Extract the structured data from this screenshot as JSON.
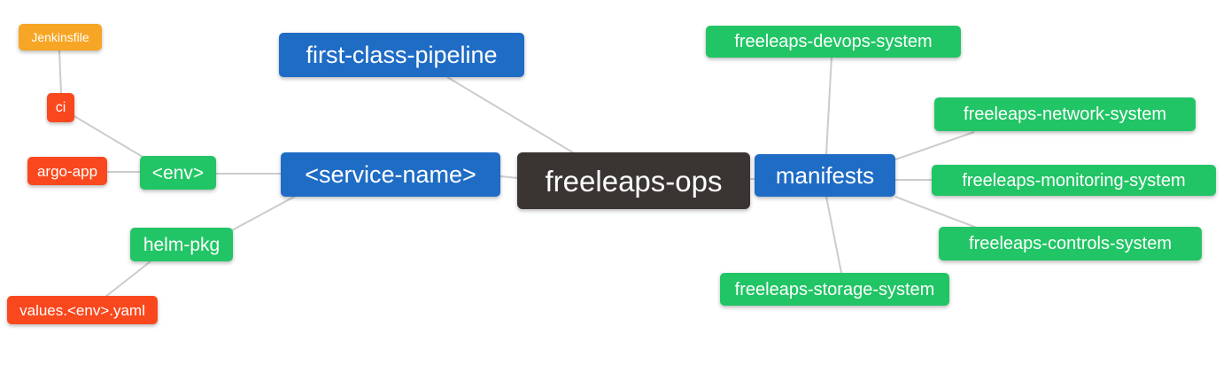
{
  "app": {
    "type": "mindmap-diagram",
    "background": "#FFFFFF"
  },
  "palette": {
    "root_color": "#3A3433",
    "branch_color": "#1F6CC5",
    "green_color": "#21C565",
    "red_color": "#F9481D",
    "orange_color": "#F7A524",
    "edge_color": "#CCCCCC",
    "text_color": "#FFFFFF"
  },
  "nodes": [
    {
      "id": "freeleaps-ops",
      "label": "freeleaps-ops",
      "level": "root"
    },
    {
      "id": "first-class-pipeline",
      "label": "first-class-pipeline",
      "level": "branch"
    },
    {
      "id": "service-name",
      "label": "<service-name>",
      "level": "branch"
    },
    {
      "id": "manifests",
      "label": "manifests",
      "level": "branch"
    },
    {
      "id": "env",
      "label": "<env>",
      "level": "leaf-green"
    },
    {
      "id": "helm-pkg",
      "label": "helm-pkg",
      "level": "leaf-green"
    },
    {
      "id": "freeleaps-devops-system",
      "label": "freeleaps-devops-system",
      "level": "leaf-green"
    },
    {
      "id": "freeleaps-network-system",
      "label": "freeleaps-network-system",
      "level": "leaf-green"
    },
    {
      "id": "freeleaps-monitoring-system",
      "label": "freeleaps-monitoring-system",
      "level": "leaf-green"
    },
    {
      "id": "freeleaps-controls-system",
      "label": "freeleaps-controls-system",
      "level": "leaf-green"
    },
    {
      "id": "freeleaps-storage-system",
      "label": "freeleaps-storage-system",
      "level": "leaf-green"
    },
    {
      "id": "ci",
      "label": "ci",
      "level": "leaf-red"
    },
    {
      "id": "argo-app",
      "label": "argo-app",
      "level": "leaf-red"
    },
    {
      "id": "values-env-yaml",
      "label": "values.<env>.yaml",
      "level": "leaf-red"
    },
    {
      "id": "jenkinsfile",
      "label": "Jenkinsfile",
      "level": "leaf-orange"
    }
  ],
  "edges": [
    {
      "from": "jenkinsfile",
      "to": "ci"
    },
    {
      "from": "ci",
      "to": "env"
    },
    {
      "from": "argo-app",
      "to": "env"
    },
    {
      "from": "env",
      "to": "service-name"
    },
    {
      "from": "helm-pkg",
      "to": "service-name"
    },
    {
      "from": "helm-pkg",
      "to": "values-env-yaml"
    },
    {
      "from": "first-class-pipeline",
      "to": "freeleaps-ops"
    },
    {
      "from": "service-name",
      "to": "freeleaps-ops"
    },
    {
      "from": "freeleaps-ops",
      "to": "manifests"
    },
    {
      "from": "manifests",
      "to": "freeleaps-devops-system"
    },
    {
      "from": "manifests",
      "to": "freeleaps-network-system"
    },
    {
      "from": "manifests",
      "to": "freeleaps-monitoring-system"
    },
    {
      "from": "manifests",
      "to": "freeleaps-controls-system"
    },
    {
      "from": "manifests",
      "to": "freeleaps-storage-system"
    }
  ]
}
